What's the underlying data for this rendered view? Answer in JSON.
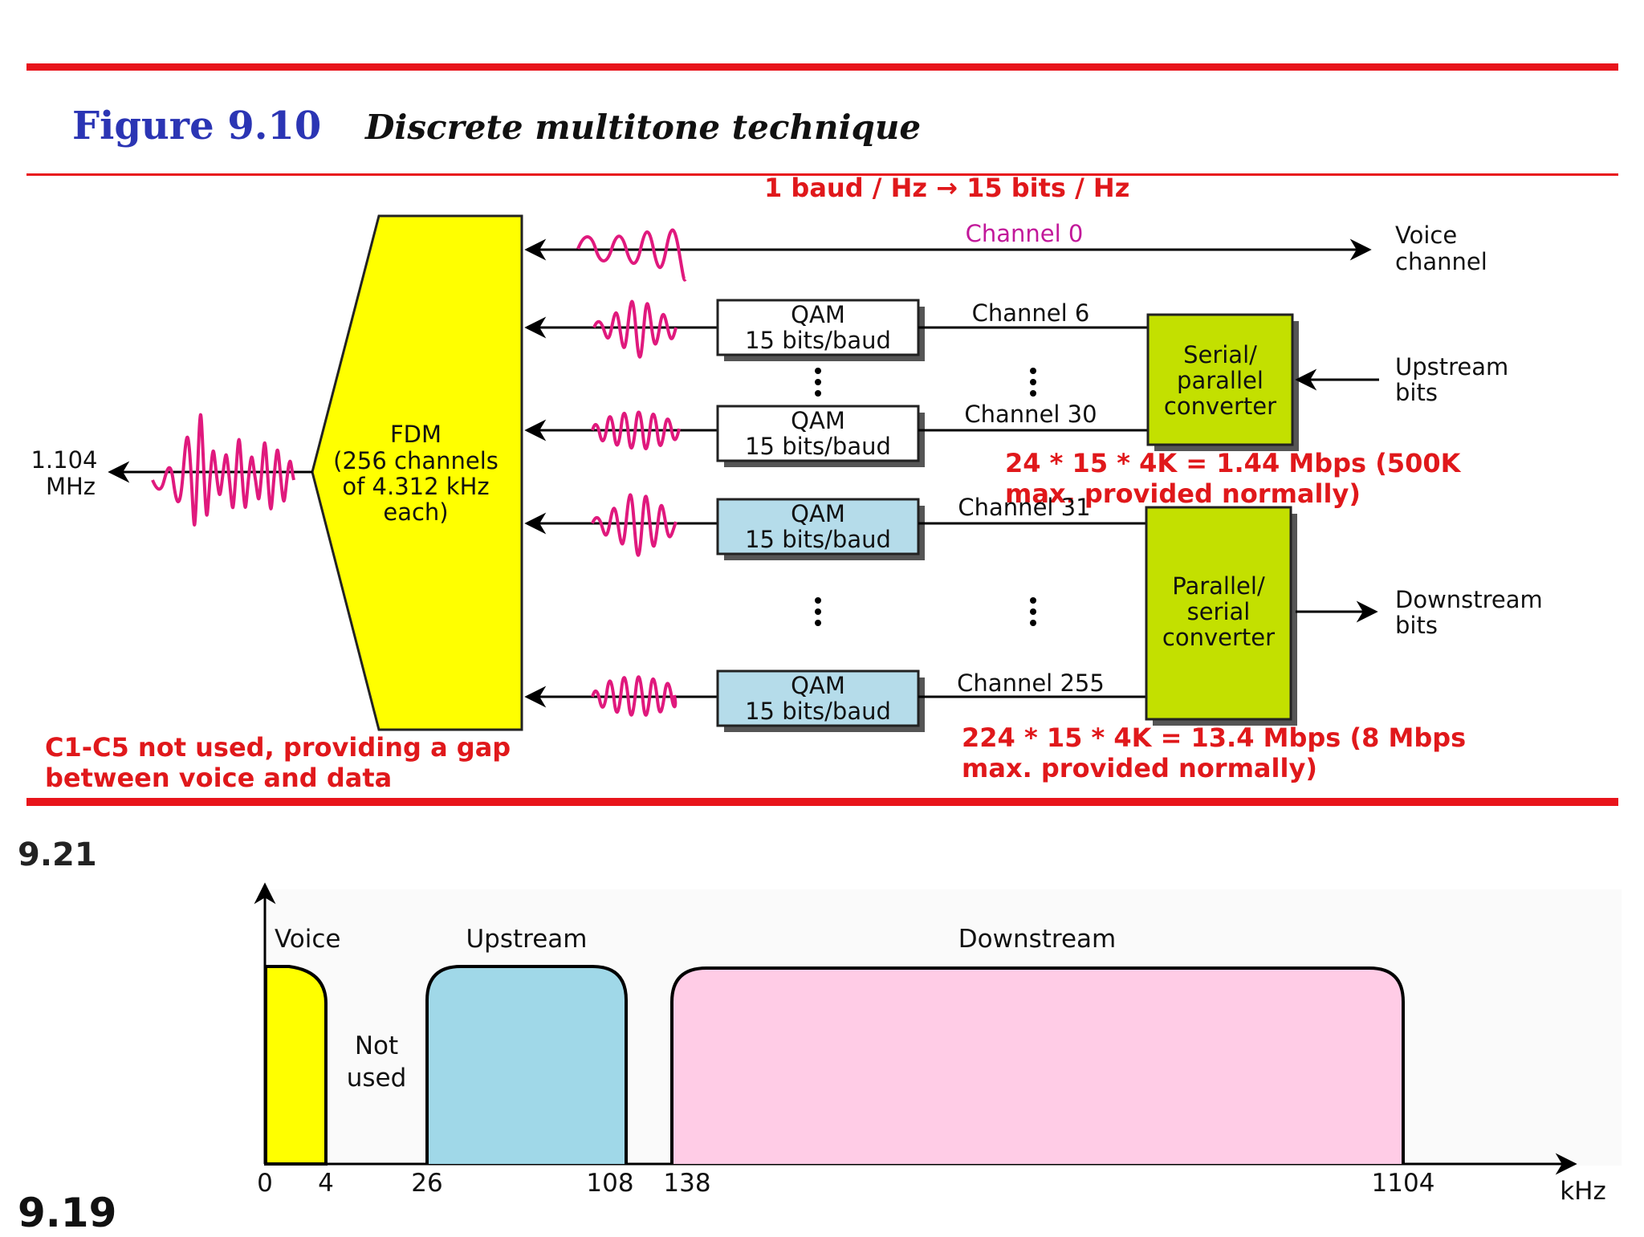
{
  "figure": {
    "number": "Figure 9.10",
    "caption": "Discrete multitone technique"
  },
  "annotations": {
    "baud_note": "1 baud / Hz → 15 bits / Hz",
    "upstream_calc_1": "24 * 15 * 4K = 1.44 Mbps (500K",
    "upstream_calc_2": "max. provided normally)",
    "downstream_calc_1": "224 * 15 * 4K = 13.4 Mbps (8 Mbps",
    "downstream_calc_2": "max. provided normally)",
    "gap_note_1": "C1-C5 not used, providing a gap",
    "gap_note_2": "between voice and data"
  },
  "dmt": {
    "line_freq_1": "1.104",
    "line_freq_2": "MHz",
    "fdm_lines": [
      "FDM",
      "(256 channels",
      "of 4.312 kHz",
      "each)"
    ],
    "qam_line1": "QAM",
    "qam_line2": "15 bits/baud",
    "channels": {
      "ch0": "Channel 0",
      "ch6": "Channel 6",
      "ch30": "Channel 30",
      "ch31": "Channel 31",
      "ch255": "Channel 255"
    },
    "serial_parallel": [
      "Serial/",
      "parallel",
      "converter"
    ],
    "parallel_serial": [
      "Parallel/",
      "serial",
      "converter"
    ],
    "voice_channel": [
      "Voice",
      "channel"
    ],
    "upstream_bits": [
      "Upstream",
      "bits"
    ],
    "downstream_bits": [
      "Downstream",
      "bits"
    ],
    "colors": {
      "fdm": "#ffff00",
      "converter": "#c3e000",
      "qam_upstream": "#ffffff",
      "qam_downstream": "#b5dcea",
      "wave": "#e0197d",
      "channel0_text": "#c2189a",
      "rule_red": "#e8141b"
    }
  },
  "section_labels": {
    "top": "9.21",
    "bottom": "9.19"
  },
  "spectrum": {
    "bands": [
      {
        "name": "Voice",
        "from": 0,
        "to": 4,
        "color": "#ffff00"
      },
      {
        "name": "Upstream",
        "from": 26,
        "to": 108,
        "color": "#a0d8e8"
      },
      {
        "name": "Downstream",
        "from": 138,
        "to": 1104,
        "color": "#ffcce6"
      }
    ],
    "not_used_1": "Not",
    "not_used_2": "used",
    "ticks": [
      "0",
      "4",
      "26",
      "108",
      "138",
      "1104"
    ],
    "unit": "kHz"
  }
}
